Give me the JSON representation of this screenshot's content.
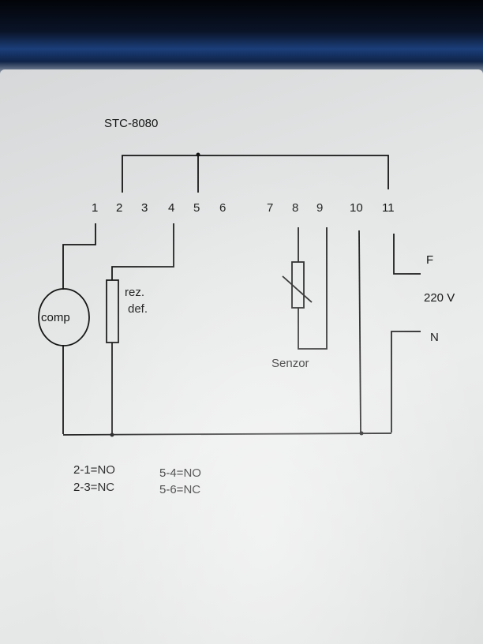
{
  "diagram": {
    "title": "STC-8080",
    "terminals": [
      "1",
      "2",
      "3",
      "4",
      "5",
      "6",
      "7",
      "8",
      "9",
      "10",
      "11"
    ],
    "components": {
      "compressor": "comp",
      "heater_line1": "rez.",
      "heater_line2": "def.",
      "sensor": "Senzor"
    },
    "power": {
      "phase": "F",
      "voltage": "220 V",
      "neutral": "N"
    },
    "legend": {
      "relay1_no": "2-1=NO",
      "relay1_nc": "2-3=NC",
      "relay2_no": "5-4=NO",
      "relay2_nc": "5-6=NC"
    }
  }
}
